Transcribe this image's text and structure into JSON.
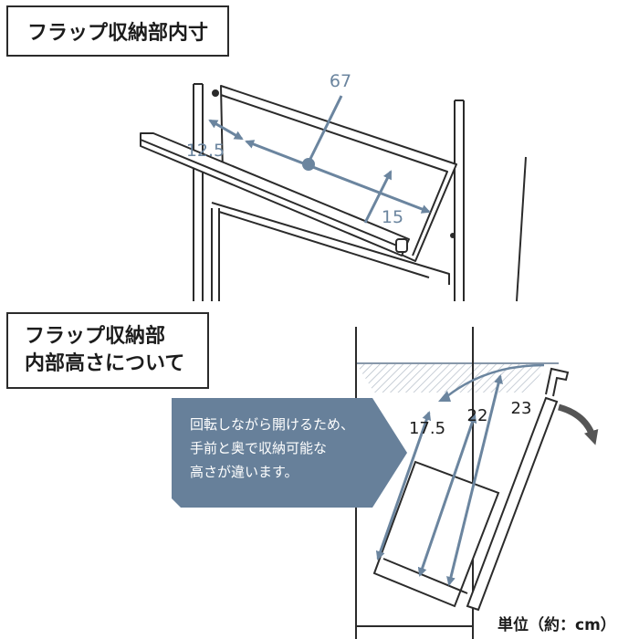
{
  "top_section": {
    "title": "フラップ収納部内寸",
    "dims": {
      "width": "67",
      "depth": "12.5",
      "height": "15"
    }
  },
  "bottom_section": {
    "title_line1": "フラップ収納部",
    "title_line2": "内部高さについて",
    "callout_lines": [
      "回転しながら開けるため、",
      "手前と奥で収納可能な",
      "高さが違います。"
    ],
    "heights": {
      "front": "17.5",
      "middle": "22",
      "back": "23"
    }
  },
  "unit": "単位（約：cm）",
  "colors": {
    "accent": "#6b859f",
    "callout": "#67809a",
    "line": "#2b2b2b",
    "arrow_gray": "#555555"
  }
}
